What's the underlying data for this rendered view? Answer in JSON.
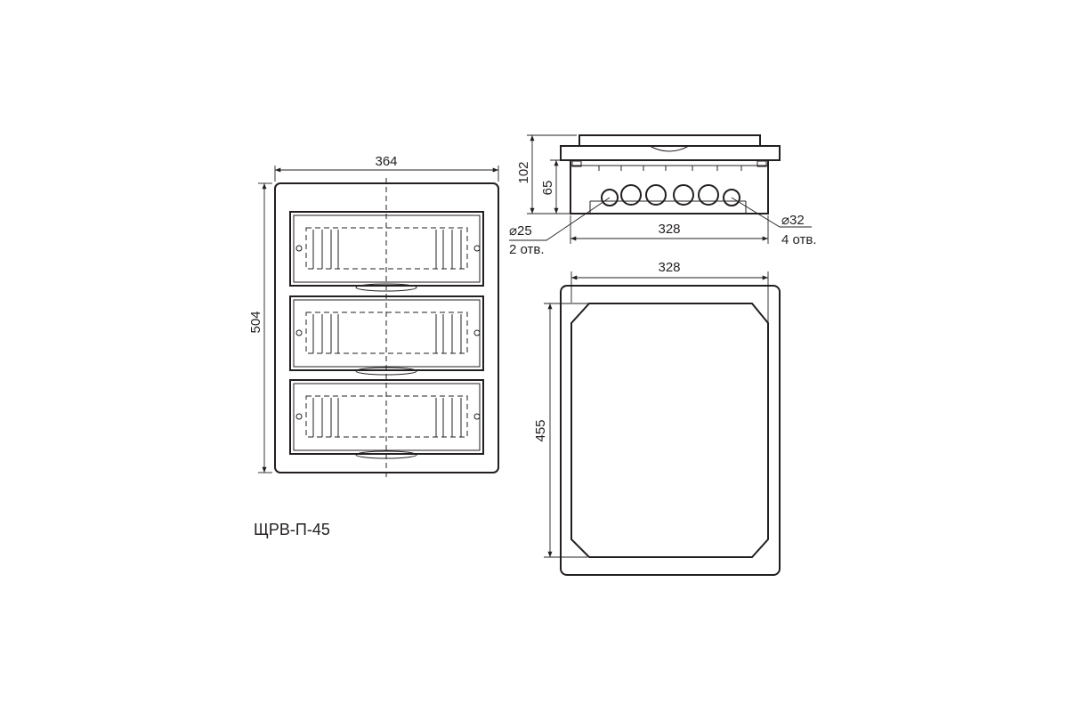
{
  "model": "ЩРВ-П-45",
  "front_view": {
    "width_label": "364",
    "height_label": "504"
  },
  "top_view": {
    "depth_total_label": "102",
    "depth_body_label": "65",
    "body_width_label": "328",
    "hole_small": {
      "diameter": "⌀25",
      "count": "2 отв."
    },
    "hole_large": {
      "diameter": "⌀32",
      "count": "4 отв."
    }
  },
  "back_view": {
    "width_label": "328",
    "height_label": "455"
  }
}
